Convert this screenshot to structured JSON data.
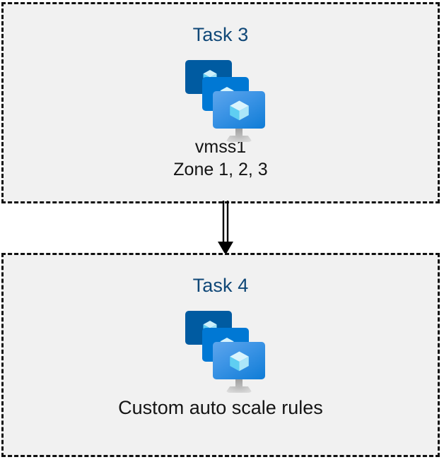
{
  "diagram": {
    "type": "flow",
    "background_color": "#ffffff",
    "box_fill_color": "#f1f1f1",
    "box_border_color": "#101010",
    "title_color": "#0f4777",
    "label_color": "#141414",
    "icon_colors": {
      "screen_back": "#005ba1",
      "screen_mid": "#0078d4",
      "screen_front_light": "#5ea6ec",
      "screen_front_dark": "#0f7cd6",
      "cube_light": "#c3f1fb",
      "cube_mid": "#9ce0f5",
      "cube_dark": "#32c0f0",
      "stand_gray": "#c2c2c2"
    },
    "nodes": [
      {
        "id": "task-3",
        "title": "Task 3",
        "icon": "vm-scale-set-icon",
        "labels": [
          "vmss1",
          "Zone 1, 2, 3"
        ]
      },
      {
        "id": "task-4",
        "title": "Task 4",
        "icon": "vm-scale-set-icon",
        "labels": [
          "Custom auto scale rules"
        ]
      }
    ],
    "edges": [
      {
        "id": "task3-to-task4",
        "from": "task-3",
        "to": "task-4",
        "style": "double-line",
        "arrowhead": "filled-triangle",
        "color": "#000000"
      }
    ]
  },
  "task_top": {
    "title": "Task 3",
    "label_primary": "vmss1",
    "label_secondary": "Zone 1, 2, 3"
  },
  "task_bottom": {
    "title": "Task 4",
    "label_primary": "Custom auto scale rules"
  }
}
